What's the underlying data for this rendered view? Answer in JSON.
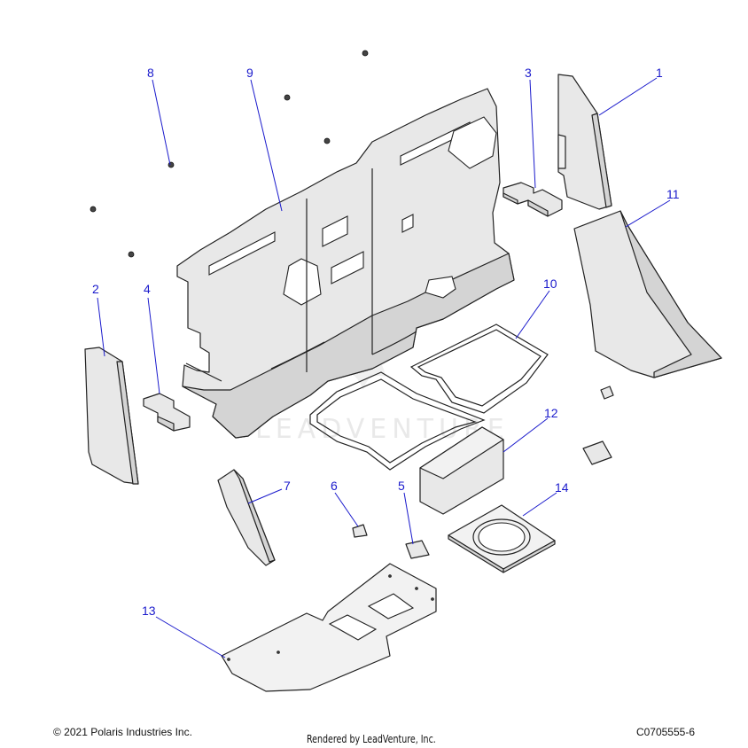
{
  "diagram": {
    "callouts": [
      "1",
      "2",
      "3",
      "4",
      "5",
      "6",
      "7",
      "8",
      "9",
      "10",
      "11",
      "12",
      "13",
      "14"
    ],
    "watermark": "LEADVENTURE"
  },
  "footer": {
    "copyright": "© 2021 Polaris Industries Inc.",
    "rendered_by": "Rendered by LeadVenture, Inc.",
    "drawing_number": "C0705555-6"
  }
}
